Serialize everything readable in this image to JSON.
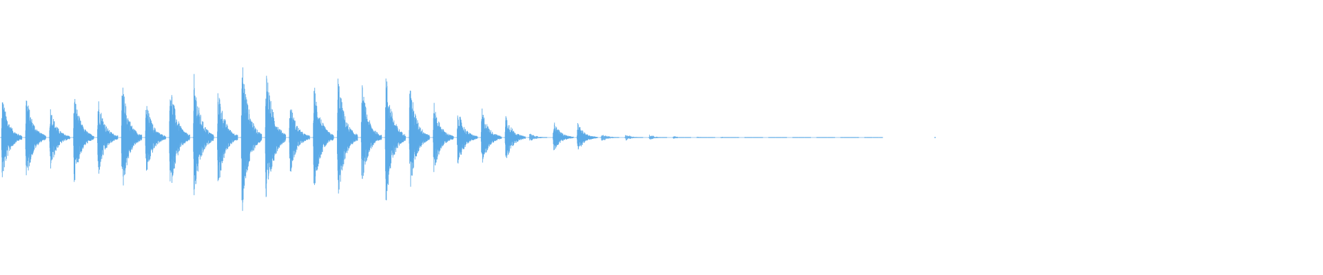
{
  "waveform": {
    "color": "#5aa9e6",
    "background": "#ffffff",
    "onsets": [
      {
        "amp_top": 0.64,
        "amp_bot": 0.66,
        "dense": true
      },
      {
        "amp_top": 0.68,
        "amp_bot": 0.7,
        "dense": true
      },
      {
        "amp_top": 0.48,
        "amp_bot": 0.52,
        "dense": true
      },
      {
        "amp_top": 0.68,
        "amp_bot": 0.7,
        "dense": true
      },
      {
        "amp_top": 0.62,
        "amp_bot": 0.62,
        "dense": true
      },
      {
        "amp_top": 0.85,
        "amp_bot": 0.88,
        "dense": true
      },
      {
        "amp_top": 0.56,
        "amp_bot": 0.62,
        "dense": true
      },
      {
        "amp_top": 0.89,
        "amp_bot": 0.9,
        "dense": true
      },
      {
        "amp_top": 0.94,
        "amp_bot": 0.97,
        "dense": true
      },
      {
        "amp_top": 0.79,
        "amp_bot": 0.8,
        "dense": true
      },
      {
        "amp_top": 1.22,
        "amp_bot": 1.21,
        "dense": true
      },
      {
        "amp_top": 1.15,
        "amp_bot": 1.19,
        "dense": true
      },
      {
        "amp_top": 0.56,
        "amp_bot": 0.58,
        "dense": true
      },
      {
        "amp_top": 0.85,
        "amp_bot": 0.82,
        "dense": true
      },
      {
        "amp_top": 0.97,
        "amp_bot": 0.98,
        "dense": true
      },
      {
        "amp_top": 0.82,
        "amp_bot": 0.72,
        "dense": true
      },
      {
        "amp_top": 0.99,
        "amp_bot": 1.0,
        "dense": true
      },
      {
        "amp_top": 0.84,
        "amp_bot": 0.81,
        "dense": true
      },
      {
        "amp_top": 0.53,
        "amp_bot": 0.55,
        "dense": true
      },
      {
        "amp_top": 0.44,
        "amp_bot": 0.44,
        "dense": true
      },
      {
        "amp_top": 0.45,
        "amp_bot": 0.45,
        "dense": true
      },
      {
        "amp_top": 0.36,
        "amp_bot": 0.4,
        "dense": true
      },
      {
        "amp_top": 0.08,
        "amp_bot": 0.07,
        "dense": false
      },
      {
        "amp_top": 0.25,
        "amp_bot": 0.22,
        "dense": true
      },
      {
        "amp_top": 0.22,
        "amp_bot": 0.23,
        "dense": true
      },
      {
        "amp_top": 0.08,
        "amp_bot": 0.07,
        "dense": false
      },
      {
        "amp_top": 0.06,
        "amp_bot": 0.05,
        "dense": false
      },
      {
        "amp_top": 0.05,
        "amp_bot": 0.04,
        "dense": false
      },
      {
        "amp_top": 0.025,
        "amp_bot": 0.02,
        "dense": false
      },
      {
        "amp_top": 0.015,
        "amp_bot": 0.01,
        "dense": false
      },
      {
        "amp_top": 0.012,
        "amp_bot": 0.01,
        "dense": false
      },
      {
        "amp_top": 0.01,
        "amp_bot": 0.008,
        "dense": false
      },
      {
        "amp_top": 0.008,
        "amp_bot": 0.006,
        "dense": false
      },
      {
        "amp_top": 0.006,
        "amp_bot": 0.005,
        "dense": false
      },
      {
        "amp_top": 0.006,
        "amp_bot": 0.005,
        "dense": false
      },
      {
        "amp_top": 0.005,
        "amp_bot": 0.004,
        "dense": false
      },
      {
        "amp_top": 0.004,
        "amp_bot": 0.003,
        "dense": false
      }
    ]
  }
}
